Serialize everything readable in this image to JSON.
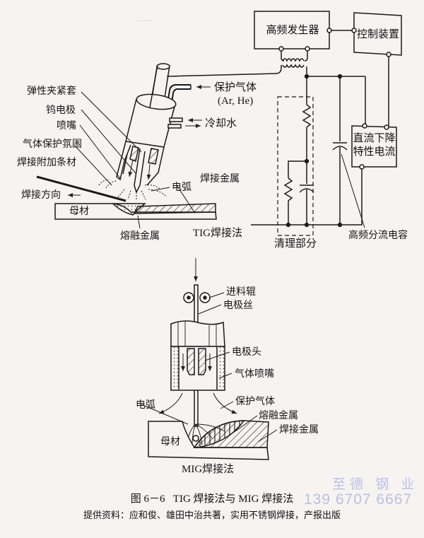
{
  "figure": {
    "number": "图 6－6",
    "title": "TIG 焊接法与 MIG 焊接法",
    "source": "提供资料：应和俊、雄田中治共著，实用不锈钢焊接，产报出版"
  },
  "tig": {
    "method_label": "TIG焊接法",
    "labels": {
      "collet": "弹性夹紧套",
      "tungsten_electrode": "钨电极",
      "nozzle": "喷嘴",
      "gas_shield": "气体保护氛围",
      "filler_rod": "焊接附加条材",
      "weld_direction": "焊接方向",
      "base_metal": "母材",
      "molten_metal": "熔融金属",
      "arc": "电弧",
      "weld_metal": "焊接金属",
      "shield_gas": "保护气体",
      "shield_gas_types": "(Ar, He)",
      "cooling_water": "冷却水"
    },
    "circuit": {
      "hf_generator": "高频发生器",
      "controller": "控制装置",
      "dc_supply_line1": "直流下降",
      "dc_supply_line2": "特性电流",
      "cleaning_section": "清理部分",
      "hf_bypass_capacitor": "高频分流电容"
    }
  },
  "mig": {
    "method_label": "MIG焊接法",
    "labels": {
      "feed_roller": "进料辊",
      "electrode_wire": "电极丝",
      "contact_tip": "电极头",
      "gas_nozzle": "气体喷嘴",
      "shield_gas": "保护气体",
      "arc": "电弧",
      "molten_metal": "熔融金属",
      "weld_metal": "焊接金属",
      "base_metal": "母材"
    }
  },
  "watermark": {
    "company": "至德 钢 业",
    "phone": "139 6707 6667"
  }
}
